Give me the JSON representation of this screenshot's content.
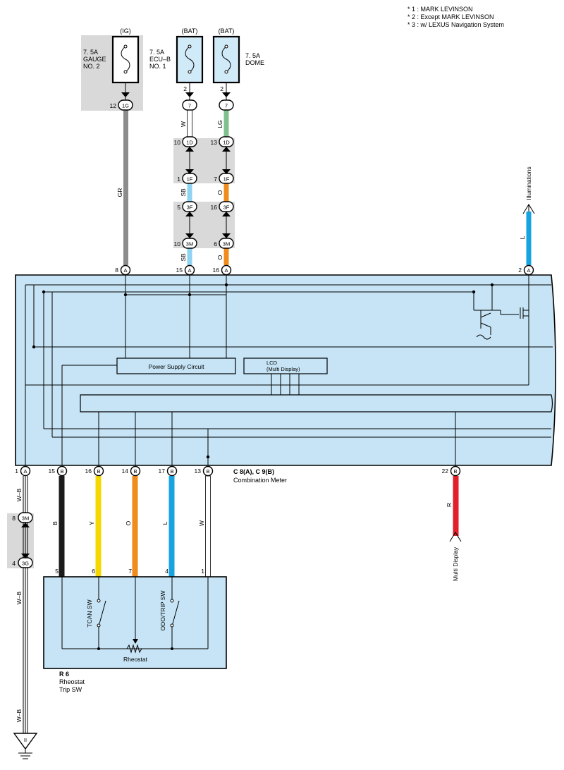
{
  "notes": [
    "* 1 : MARK LEVINSON",
    "* 2 : Except MARK LEVINSON",
    "* 3 : w/ LEXUS Navigation System"
  ],
  "fuses": [
    {
      "supply": "(IG)",
      "rating": "7. 5A",
      "name_lines": [
        "GAUGE",
        "NO. 2"
      ]
    },
    {
      "supply": "(BAT)",
      "rating": "7. 5A",
      "name_lines": [
        "ECU–B",
        "NO. 1"
      ]
    },
    {
      "supply": "(BAT)",
      "rating": "7. 5A",
      "name_lines": [
        "DOME"
      ]
    }
  ],
  "connectors": {
    "ig_out": {
      "pin": "12",
      "code": "1G"
    },
    "ecu_out": {
      "pin": "2",
      "code": "7"
    },
    "dome_out": {
      "pin": "2",
      "code": "7"
    },
    "ecu_1d": {
      "pin": "10",
      "code": "1D"
    },
    "dome_1d": {
      "pin": "13",
      "code": "1D"
    },
    "ecu_1f": {
      "pin": "1",
      "code": "1F"
    },
    "dome_1f": {
      "pin": "7",
      "code": "1F"
    },
    "ecu_3f": {
      "pin": "5",
      "code": "3F"
    },
    "dome_3f": {
      "pin": "16",
      "code": "3F"
    },
    "ecu_3m": {
      "pin": "10",
      "code": "3M"
    },
    "dome_3m": {
      "pin": "6",
      "code": "3M"
    },
    "gnd_3m": {
      "pin": "8",
      "code": "3M"
    },
    "gnd_3g": {
      "pin": "4",
      "code": "3G"
    }
  },
  "wire_colors": {
    "gauge": "GR",
    "ecu_upper": "W",
    "dome_upper": "LG",
    "ecu_mid": "SB",
    "ecu_lower": "SB",
    "dome_mid": "O",
    "dome_lower": "O",
    "illum": "L",
    "ground_upper": "W–B",
    "ground_mid": "W–B",
    "ground_lower": "W–B",
    "b15": "B",
    "b16": "Y",
    "b14": "O",
    "b17": "L",
    "b13": "W",
    "b22": "R"
  },
  "meter_top_pins": [
    {
      "num": "8",
      "conn": "A"
    },
    {
      "num": "15",
      "conn": "A"
    },
    {
      "num": "16",
      "conn": "A"
    },
    {
      "num": "2",
      "conn": "A"
    }
  ],
  "meter_bottom_pins": [
    {
      "num": "1",
      "conn": "A"
    },
    {
      "num": "15",
      "conn": "B"
    },
    {
      "num": "16",
      "conn": "B"
    },
    {
      "num": "14",
      "conn": "B"
    },
    {
      "num": "17",
      "conn": "B"
    },
    {
      "num": "13",
      "conn": "B"
    },
    {
      "num": "22",
      "conn": "B"
    }
  ],
  "illuminations_label": "Illuminations",
  "power_supply_label": "Power Supply Circuit",
  "lcd_label_lines": [
    "LCD",
    "(Multi Display)"
  ],
  "meter_code": "C 8(A), C 9(B)",
  "meter_name": "Combination Meter",
  "multi_display_label": "Multi Display",
  "switch_pins": [
    "5",
    "6",
    "7",
    "4",
    "1"
  ],
  "tcan_sw": "TCAN SW",
  "odo_trip_sw": "ODO/TRIP SW",
  "rheostat_label": "Rheostat",
  "switch_code": "R 6",
  "switch_name_lines": [
    "Rheostat",
    "Trip SW"
  ],
  "ground_symbol": "II",
  "colors": {
    "meter_fill": "#c6e4f5",
    "plate": "#d9d9d9",
    "GR": "#8c8c8c",
    "LG": "#7fc08f",
    "SB": "#8fd3f2",
    "O": "#f08c1e",
    "L": "#17a3e0",
    "B": "#1a1a1a",
    "Y": "#f5d800",
    "R": "#e0202a",
    "W": "#ffffff"
  }
}
